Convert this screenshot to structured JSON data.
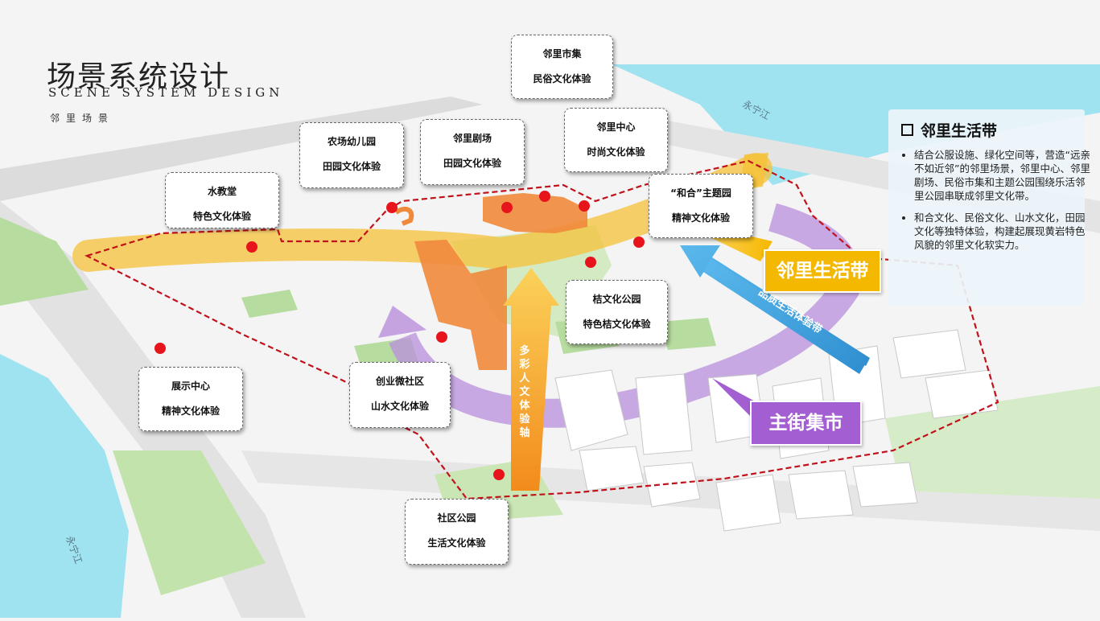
{
  "header": {
    "title_zh": "场景系统设计",
    "title_en": "SCENE SYSTEM DESIGN",
    "subtitle": "邻里场景"
  },
  "rivers": {
    "label_top": "永宁江",
    "label_bottom": "永宁江"
  },
  "bubbles": [
    {
      "id": "water-church",
      "line1": "水教堂",
      "line2": "特色文化体验"
    },
    {
      "id": "farm-kindergarten",
      "line1": "农场幼儿园",
      "line2": "田园文化体验"
    },
    {
      "id": "neighbor-theater",
      "line1": "邻里剧场",
      "line2": "田园文化体验"
    },
    {
      "id": "neighbor-market",
      "line1": "邻里市集",
      "line2": "民俗文化体验"
    },
    {
      "id": "neighbor-center",
      "line1": "邻里中心",
      "line2": "时尚文化体验"
    },
    {
      "id": "hehe-park",
      "line1": "“和合”主题园",
      "line2": "精神文化体验"
    },
    {
      "id": "orange-park",
      "line1": "桔文化公园",
      "line2": "特色桔文化体验"
    },
    {
      "id": "startup-community",
      "line1": "创业微社区",
      "line2": "山水文化体验"
    },
    {
      "id": "exhibition-center",
      "line1": "展示中心",
      "line2": "精神文化体验"
    },
    {
      "id": "community-park",
      "line1": "社区公园",
      "line2": "生活文化体验"
    }
  ],
  "axes": {
    "vertical_axis": "多彩人文体验轴",
    "diagonal_axis": "品质生活体验带"
  },
  "tags": {
    "neighborhood_belt": "邻里生活带",
    "main_street_market": "主街集市"
  },
  "panel": {
    "heading": "邻里生活带",
    "bullets": [
      "结合公服设施、绿化空间等，营造“远亲不如近邻”的邻里场景，邻里中心、邻里剧场、民俗市集和主题公园围绕乐活邻里公园串联成邻里文化带。",
      "和合文化、民俗文化、山水文化，田园文化等独特体验，构建起展现黄岩特色风貌的邻里文化软实力。"
    ]
  },
  "colors": {
    "river": "#9fe3f0",
    "green": "#b7dca0",
    "belt_yellow": "#f5c23a",
    "orange_block": "#ef8a3c",
    "purple": "#b98fdc",
    "blue_arrow": "#3a9ad6",
    "boundary": "#c1121b",
    "node": "#e8141b"
  }
}
